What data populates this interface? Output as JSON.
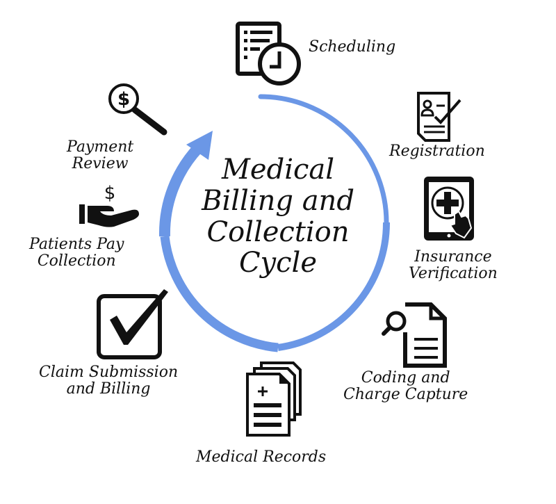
{
  "diagram": {
    "type": "cycle",
    "title_lines": [
      "Medical",
      "Billing and",
      "Collection",
      "Cycle"
    ],
    "arrow_color": "#6b97e6",
    "steps": [
      {
        "id": "scheduling",
        "lines": [
          "Scheduling"
        ],
        "icon": "calendar-clock-icon"
      },
      {
        "id": "registration",
        "lines": [
          "Registration"
        ],
        "icon": "form-check-icon"
      },
      {
        "id": "insurance-verification",
        "lines": [
          "Insurance",
          "Verification"
        ],
        "icon": "tablet-medical-touch-icon"
      },
      {
        "id": "coding-charge-capture",
        "lines": [
          "Coding and",
          "Charge Capture"
        ],
        "icon": "document-search-icon"
      },
      {
        "id": "medical-records",
        "lines": [
          "Medical Records"
        ],
        "icon": "stacked-documents-icon"
      },
      {
        "id": "claim-submission",
        "lines": [
          "Claim Submission",
          "and Billing"
        ],
        "icon": "checkbox-check-icon"
      },
      {
        "id": "patients-pay",
        "lines": [
          "Patients Pay",
          "Collection"
        ],
        "icon": "hand-dollar-icon"
      },
      {
        "id": "payment-review",
        "lines": [
          "Payment",
          "Review"
        ],
        "icon": "magnifier-dollar-icon"
      }
    ]
  }
}
